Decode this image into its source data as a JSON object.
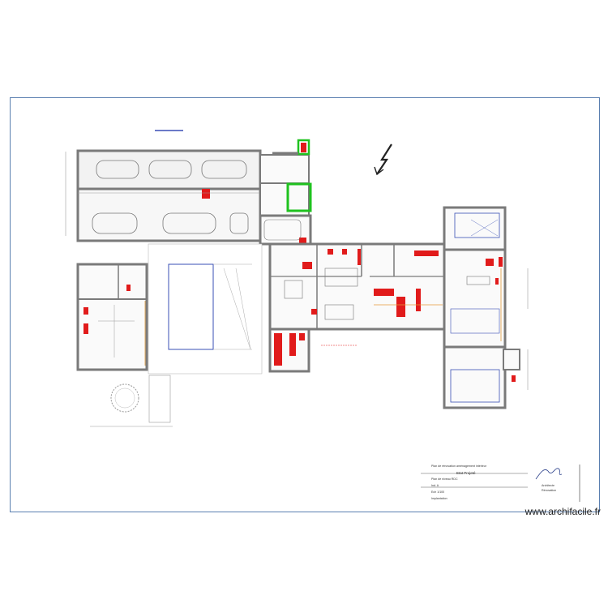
{
  "drawing": {
    "title_line1": "Plan de rénovation aménagement intérieur",
    "title_line2": "Etat Projeté",
    "title_line3": "Plan de niveau RDC",
    "revision": "Ind. A",
    "scale": "Ech 1/100",
    "notes": "Implantation",
    "company_line1": "Architecte",
    "company_line2": "Rénovation"
  },
  "watermark": "www.archifacile.fr",
  "colors": {
    "walls": "#7a7a7a",
    "furniture_red": "#e11b1b",
    "new_wall_green": "#1fc21f",
    "sheet_border": "#5a7fb0",
    "blue_lines": "#3a4fb5",
    "orange_lines": "#e39a3a"
  },
  "icons": {
    "north": "north-arrow-icon",
    "signature": "signature-icon"
  }
}
